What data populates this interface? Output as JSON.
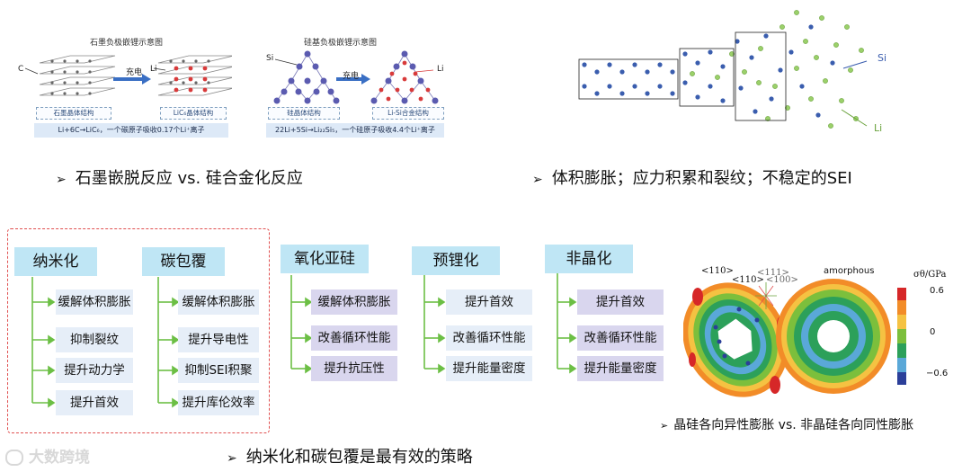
{
  "top_left": {
    "graphite_title": "石墨负极嵌锂示意图",
    "silicon_title": "硅基负极嵌锂示意图",
    "label_c": "C",
    "label_li": "Li",
    "label_si": "Si",
    "label_li2": "Li",
    "charge_1": "充电",
    "charge_2": "充电",
    "box_graphite": "石墨晶体结构",
    "box_lic": "LiC₆晶体结构",
    "box_si": "硅晶体结构",
    "box_lisi": "Li-Si合金结构",
    "eq_graphite": "Li+6C→LiC₆，一个碳原子吸收0.17个Li⁺离子",
    "eq_silicon": "22Li+5Si→Li₂₂Si₅，一个硅原子吸收4.4个Li⁺离子",
    "caption": "石墨嵌脱反应 vs. 硅合金化反应",
    "caption_arrow": "➢"
  },
  "top_right": {
    "label_si": "Si",
    "label_li": "Li",
    "caption": "体积膨胀；应力积累和裂纹；不稳定的SEI",
    "caption_arrow": "➢"
  },
  "strategies": [
    {
      "title": "纳米化",
      "items": [
        "缓解体积膨胀",
        "抑制裂纹",
        "提升动力学",
        "提升首效"
      ]
    },
    {
      "title": "碳包覆",
      "items": [
        "缓解体积膨胀",
        "提升导电性",
        "抑制SEI积聚",
        "提升库伦效率"
      ]
    },
    {
      "title": "氧化亚硅",
      "items": [
        "缓解体积膨胀",
        "改善循环性能",
        "提升抗压性"
      ]
    },
    {
      "title": "预锂化",
      "items": [
        "提升首效",
        "改善循环性能",
        "提升能量密度"
      ]
    },
    {
      "title": "非晶化",
      "items": [
        "提升首效",
        "改善循环性能",
        "提升能量密度"
      ]
    }
  ],
  "bottom_caption": "纳米化和碳包覆是最有效的策略",
  "bottom_caption_arrow": "➢",
  "stress": {
    "label_110a": "<110>",
    "label_110b": "<110>",
    "label_111": "<111>",
    "label_100": "<100>",
    "amorphous": "amorphous",
    "unit": "σθ/GPa",
    "ticks": [
      "0.6",
      "0",
      "−0.6"
    ],
    "colors": [
      "#d62728",
      "#f28c28",
      "#f5c242",
      "#7cbf3c",
      "#2ca05a",
      "#5aa8d8",
      "#2b3f99"
    ],
    "caption": "晶硅各向异性膨胀 vs. 非晶硅各向同性膨胀",
    "caption_arrow": "➢"
  },
  "watermark": "大数跨境"
}
